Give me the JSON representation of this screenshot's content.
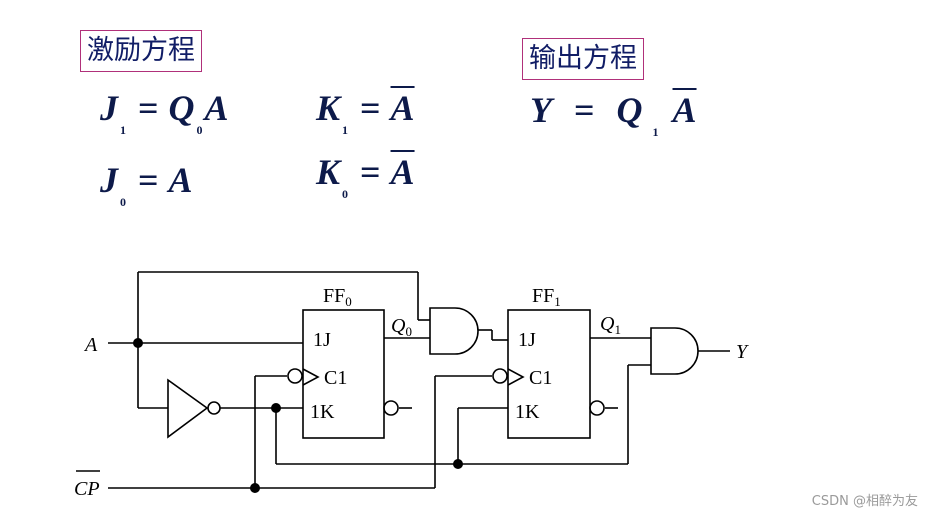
{
  "headings": {
    "excitation": "激励方程",
    "output": "输出方程"
  },
  "equations": {
    "j1": {
      "lhs": "J",
      "lhs_sub": "1",
      "eq": "=",
      "t1": "Q",
      "t1_sub": "0",
      "t2": "A"
    },
    "k1": {
      "lhs": "K",
      "lhs_sub": "1",
      "eq": "=",
      "rhs": "A"
    },
    "j0": {
      "lhs": "J",
      "lhs_sub": "0",
      "eq": "=",
      "rhs": "A"
    },
    "k0": {
      "lhs": "K",
      "lhs_sub": "0",
      "eq": "=",
      "rhs": "A"
    },
    "y": {
      "lhs": "Y",
      "eq": "=",
      "t1": "Q",
      "t1_sub": "1",
      "t2": "A"
    }
  },
  "circuit": {
    "input_a": "A",
    "input_cp": "CP",
    "output_y": "Y",
    "ff0": {
      "name": "FF",
      "sub": "0",
      "j": "1J",
      "c": "C1",
      "k": "1K",
      "q": "Q",
      "q_sub": "0"
    },
    "ff1": {
      "name": "FF",
      "sub": "1",
      "j": "1J",
      "c": "C1",
      "k": "1K",
      "q": "Q",
      "q_sub": "1"
    }
  },
  "watermark": "CSDN @相醉为友",
  "colors": {
    "heading_border": "#b0307a",
    "heading_text": "#111d66",
    "equation_text": "#0d1a4a"
  }
}
